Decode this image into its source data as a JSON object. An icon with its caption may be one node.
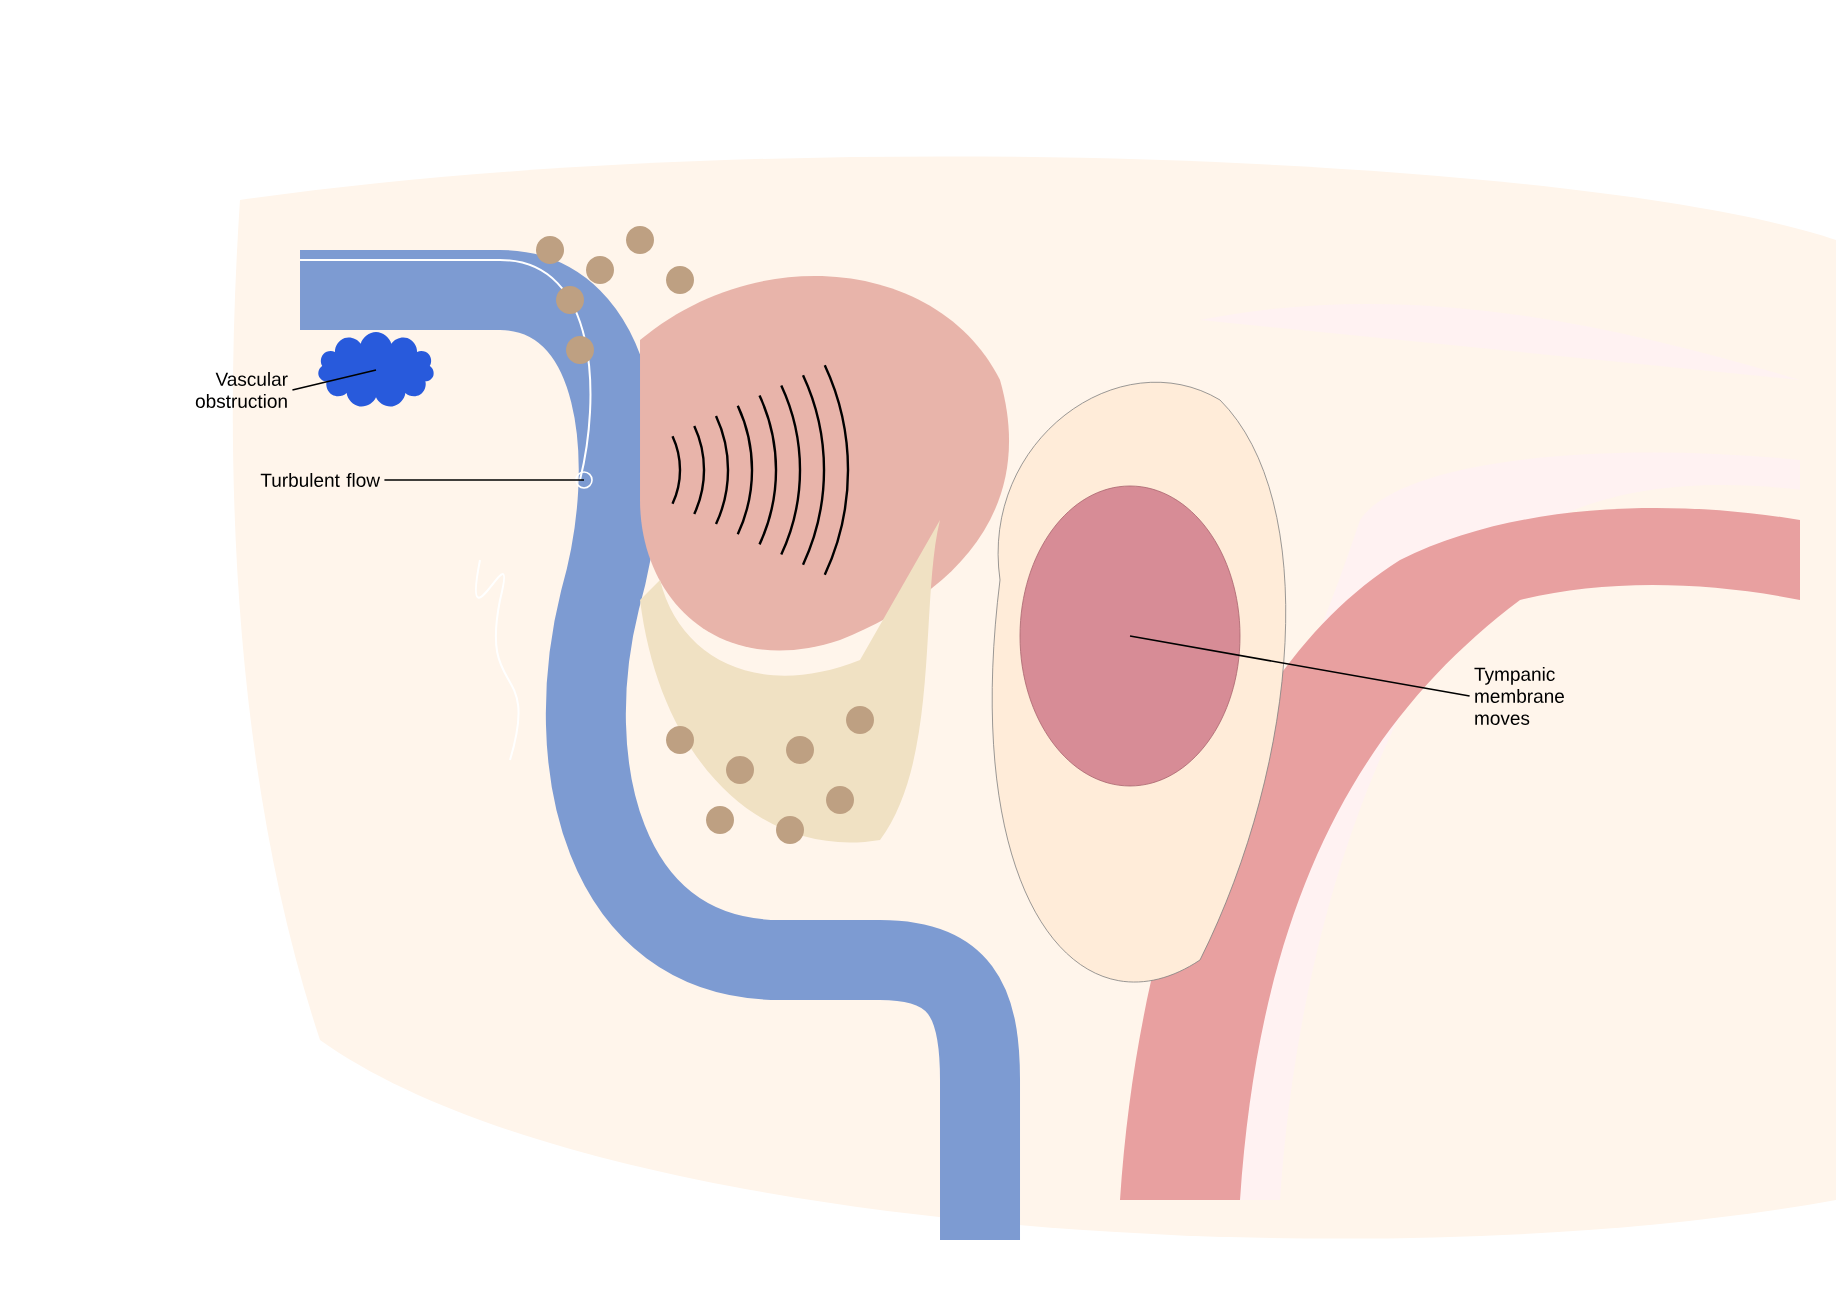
{
  "diagram": {
    "nodes": [
      {
        "text": [
          "Vascular obstruction"
        ]
      },
      {
        "text": [
          "Turbulent flow"
        ]
      },
      {
        "text": [
          "Tympanic membrane moves"
        ]
      },
      {
        "text": [],
        "shape": "cloud"
      },
      {
        "text": [],
        "shape": "circle"
      },
      {
        "text": [],
        "shape": "circle"
      }
    ],
    "edges": [
      {
        "from": 0,
        "to": 3,
        "arrow": "none"
      },
      {
        "from": 1,
        "to": 4,
        "arrow": "none"
      },
      {
        "from": 2,
        "to": 5,
        "arrow": "none"
      }
    ]
  }
}
